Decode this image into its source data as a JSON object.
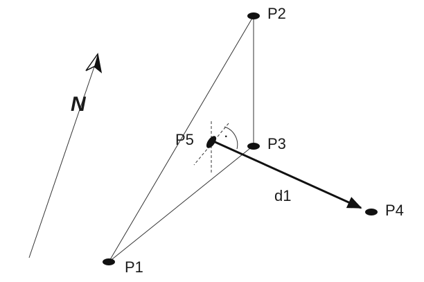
{
  "diagram": {
    "points": {
      "p1": "P1",
      "p2": "P2",
      "p3": "P3",
      "p4": "P4",
      "p5": "P5"
    },
    "distance_label": "d1",
    "north_label": "N",
    "right_angle_dot": "·"
  }
}
